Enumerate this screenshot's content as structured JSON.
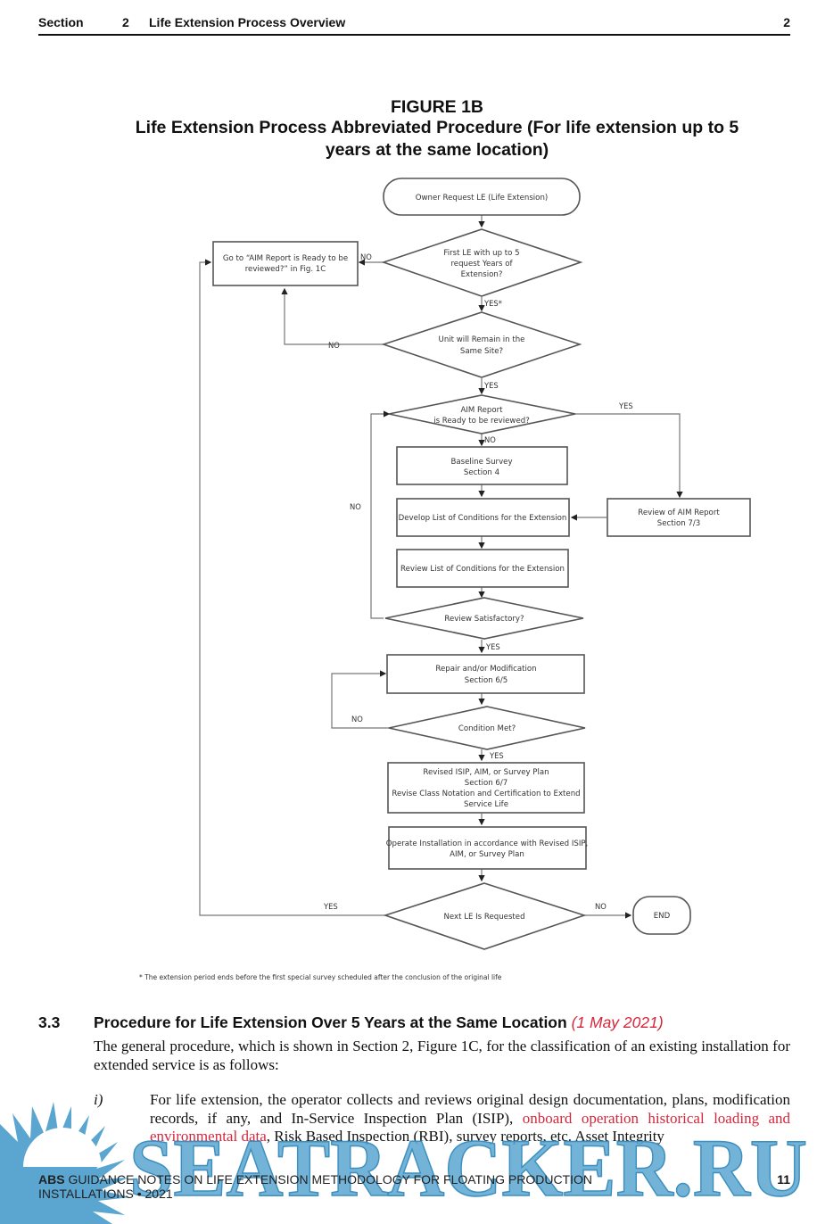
{
  "header": {
    "section_label": "Section",
    "section_number": "2",
    "section_title": "Life Extension Process Overview",
    "page_section": "2"
  },
  "figure": {
    "number": "FIGURE 1B",
    "caption_line1": "Life Extension Process Abbreviated Procedure (For life extension up to 5",
    "caption_line2": "years at the same location)",
    "nodes": {
      "start": "Owner Request LE (Life Extension)",
      "q1": [
        "First LE with up to 5",
        "request Years of",
        "Extension?"
      ],
      "goto": [
        "Go to “AIM Report is Ready to be",
        "reviewed?” in Fig. 1C"
      ],
      "q2": [
        "Unit will Remain in the",
        "Same Site?"
      ],
      "q3": [
        "AIM Report",
        "is Ready to be reviewed?"
      ],
      "baseline": [
        "Baseline Survey",
        "Section 4"
      ],
      "review_aim": [
        "Review of AIM Report",
        "Section 7/3"
      ],
      "develop": "Develop List of Conditions for the Extension",
      "review_list": "Review List of Conditions for the Extension",
      "q4": "Review Satisfactory?",
      "repair": [
        "Repair and/or Modification",
        "Section 6/5"
      ],
      "q5": "Condition Met?",
      "revised": [
        "Revised ISIP, AIM, or Survey Plan",
        "Section 6/7",
        "Revise Class Notation and Certification to Extend",
        "Service Life"
      ],
      "operate": [
        "Operate  Installation in accordance with Revised ISIP,",
        "AIM, or Survey Plan"
      ],
      "q6": "Next LE Is Requested",
      "end": "END"
    },
    "labels": {
      "q1_no": "NO",
      "q1_yes": "YES*",
      "q2_no": "NO",
      "q2_yes": "YES",
      "q3_yes": "YES",
      "q3_no": "NO",
      "q4_no": "NO",
      "q4_yes": "YES",
      "q5_no": "NO",
      "q5_yes": "YES",
      "q6_yes": "YES",
      "q6_no": "NO"
    },
    "footnote": "* The extension period ends before the first special survey scheduled after the conclusion of the original life"
  },
  "section_3_3": {
    "number": "3.3",
    "title": "Procedure for Life Extension Over 5 Years at the Same Location",
    "date": "1 May 2021",
    "intro": "The general procedure, which is shown in Section 2, Figure 1C, for the classification of an existing installation for extended service is as follows:",
    "item_marker": "i)",
    "item_text_before": "For life extension, the operator collects and reviews original design documentation, plans, modification records, if any, and In-Service Inspection Plan (ISIP), ",
    "item_text_red": "onboard operation historical loading and environmental data",
    "item_text_after": ", Risk Based Inspection (RBI), survey reports, etc. Asset Integrity"
  },
  "footer": {
    "brand": "ABS",
    "title_line1": " GUIDANCE NOTES ON LIFE EXTENSION METHODOLOGY FOR FLOATING PRODUCTION",
    "title_line2": "INSTALLATIONS • 2021",
    "page": "11"
  },
  "watermark": {
    "text": "SEATRACKER.RU",
    "color": "#4a9ccc"
  },
  "colors": {
    "accent_red": "#d6263b",
    "watermark_blue": "#4a9ccc"
  }
}
